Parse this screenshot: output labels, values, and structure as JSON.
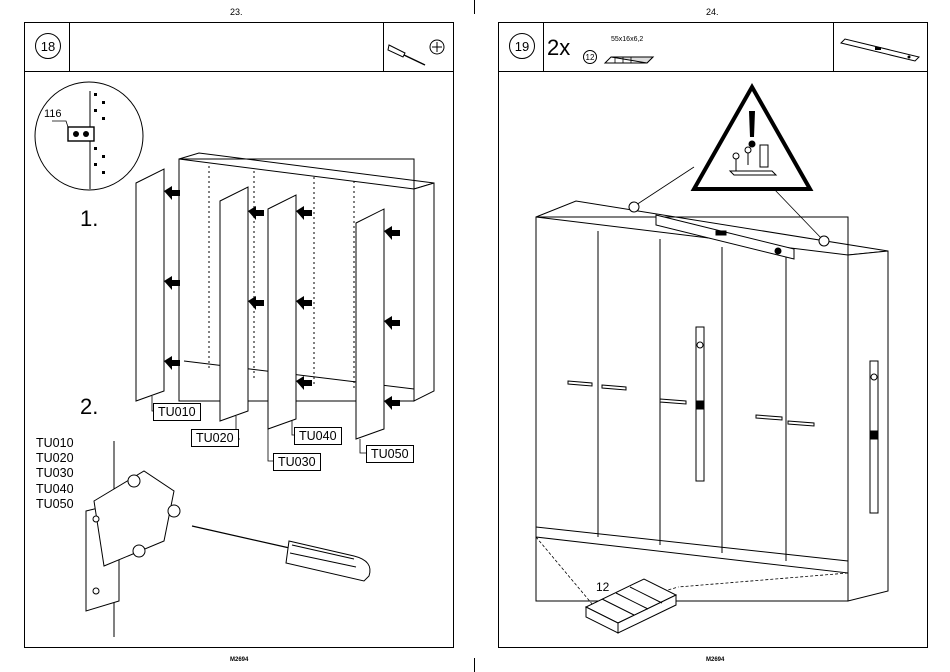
{
  "left_page": {
    "page_number": "23.",
    "step_number": "18",
    "footer_code": "M2694",
    "detail_label": "116",
    "step_one_label": "1.",
    "step_two_label": "2.",
    "door_labels": [
      "TU010",
      "TU020",
      "TU030",
      "TU040",
      "TU050"
    ],
    "panel_list": [
      "TU010",
      "TU020",
      "TU030",
      "TU040",
      "TU050"
    ],
    "tools": [
      "screwdriver-icon",
      "phillips-bit-icon"
    ]
  },
  "right_page": {
    "page_number": "24.",
    "step_number": "19",
    "footer_code": "M2694",
    "quantity": "2x",
    "part_number": "12",
    "part_dimensions": "55x16x6,2",
    "floor_label": "12",
    "tools": [
      "spirit-level-icon"
    ],
    "warning": "warning-triangle-icon"
  },
  "colors": {
    "ink": "#000000",
    "paper": "#ffffff",
    "guide_gray": "#888888"
  }
}
